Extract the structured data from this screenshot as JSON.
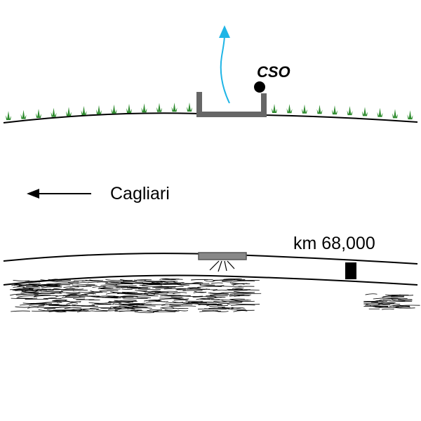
{
  "colors": {
    "line": "#000000",
    "grass": "#2e8b2e",
    "flow_arrow": "#1fb5e6",
    "culvert": "#666666",
    "culvert_fill": "#888888",
    "marker": "#000000"
  },
  "icons": {
    "cso_point": "filled-circle",
    "flow": "up-arrow",
    "direction": "left-arrow",
    "grass": "grass-tuft",
    "rock": "hatched-rock"
  },
  "labels": {
    "cso": "CSO",
    "direction": "Cagliari",
    "km_marker": "km 68,000"
  }
}
